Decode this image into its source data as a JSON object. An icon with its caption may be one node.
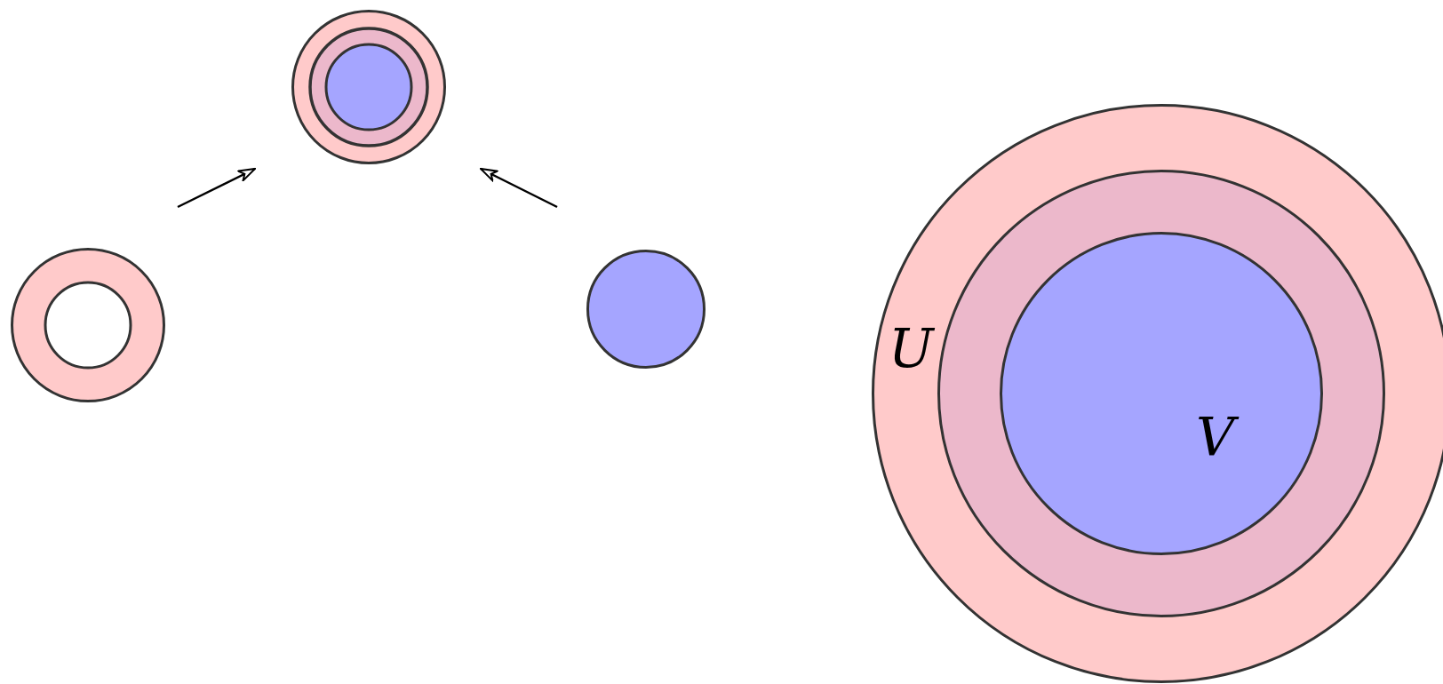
{
  "diagram": {
    "nodes": [
      {
        "text": [],
        "shape": "circle"
      },
      {
        "text": [],
        "shape": "circle"
      },
      {
        "text": [],
        "shape": "circle"
      },
      {
        "text": [
          "U"
        ]
      },
      {
        "text": [],
        "shape": "circle",
        "in": 3
      },
      {
        "text": [
          "V"
        ],
        "in": 4
      }
    ],
    "edges": [
      {
        "from": 0,
        "to": 1,
        "arrow": "to"
      },
      {
        "from": 2,
        "to": 1,
        "arrow": "to"
      }
    ]
  }
}
